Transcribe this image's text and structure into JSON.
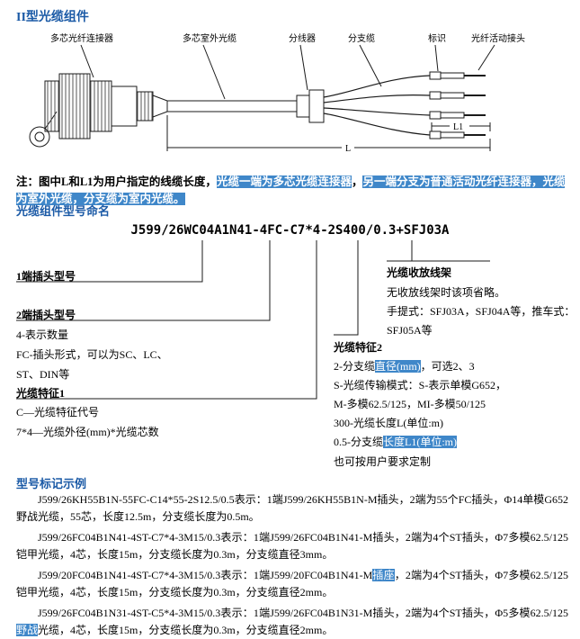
{
  "page": {
    "title": "II型光缆组件",
    "naming_heading": "光缆组件型号命名",
    "examples_heading": "型号标记示例"
  },
  "colors": {
    "heading_blue": "#1B5AA6",
    "highlight_blue": "#3F87C9",
    "line_art": "#1A1A1A"
  },
  "diagram": {
    "labels": {
      "connector": "多芯光纤连接器",
      "cable": "多芯室外光缆",
      "splitter": "分线器",
      "branch": "分支缆",
      "marker": "标识",
      "fiber_connector": "光纤活动接头"
    },
    "dims": {
      "l": "L",
      "l1": "L1"
    }
  },
  "note": {
    "seg1": "注：图中L和L1为用户指定的线缆长度，",
    "seg2": "光缆一端为多芯光缆连接器",
    "seg3": "，",
    "seg4": "另一端分支为普通活动光纤连接器，光缆为室外光缆，分支缆为室内光缆。"
  },
  "model": {
    "number": "J599/26WC04A1N41-4FC-C7*4-2S400/0.3+SFJ03A"
  },
  "breakdown": {
    "plug1_label": "1端插头型号",
    "plug2_label": "2端插头型号",
    "plug2_qty": "4-表示数量",
    "plug2_form1": "FC-插头形式，可以为SC、LC、",
    "plug2_form2": "ST、DIN等",
    "feature1_label": "光缆特征1",
    "feature1_code": "C—光缆特征代号",
    "feature1_size": "7*4—光缆外径(mm)*光缆芯数",
    "reel_label": "光缆收放线架",
    "reel_note": "无收放线架时该项省略。",
    "reel_types1": "手提式：SFJ03A，SFJ04A等，推车式：",
    "reel_types2": "SFJ05A等",
    "feature2_label": "光缆特征2",
    "feature2_dia_pre": "2-分支缆",
    "feature2_dia_hl": "直径(mm)",
    "feature2_dia_post": "，可选2、3",
    "feature2_mode1": "S-光缆传输模式：S-表示单模G652，",
    "feature2_mode2": "M-多模62.5/125，MI-多模50/125",
    "feature2_len": "300-光缆长度L(单位:m)",
    "feature2_branch_pre": "0.5-分支缆",
    "feature2_branch_hl": "长度L1(单位:m)",
    "feature2_branch_post": "",
    "feature2_custom": "也可按用户要求定制"
  },
  "examples": [
    {
      "pre": "J599/26KH55B1N-55FC-C14*55-2S12.5/0.5表示：1端J599/26KH55B1N-M插头，2端为55个FC插头，Φ14单模G652野战光缆，55芯，长度12.5m，分支缆长度为0.5m。",
      "hl": "",
      "post": ""
    },
    {
      "pre": "J599/26FC04B1N41-4ST-C7*4-3M15/0.3表示：1端J599/26FC04B1N41-M插头，2端为4个ST插头，Φ7多模62.5/125铠甲光缆，4芯，长度15m，分支缆长度为0.3m，分支缆直径3mm。",
      "hl": "",
      "post": ""
    },
    {
      "pre": "J599/20FC04B1N41-4ST-C7*4-3M15/0.3表示：1端J599/20FC04B1N41-M",
      "hl": "插座",
      "post": "，2端为4个ST插头，Φ7多模62.5/125铠甲光缆，4芯，长度15m，分支缆长度为0.3m，分支缆直径2mm。"
    },
    {
      "pre": "J599/26FC04B1N31-4ST-C5*4-3M15/0.3表示：1端J599/26FC04B1N31-M插头，2端为4个ST插头，Φ5多模62.5/125",
      "hl": "野战",
      "post": "光缆，4芯，长度15m，分支缆长度为0.3m，分支缆直径2mm。"
    }
  ]
}
